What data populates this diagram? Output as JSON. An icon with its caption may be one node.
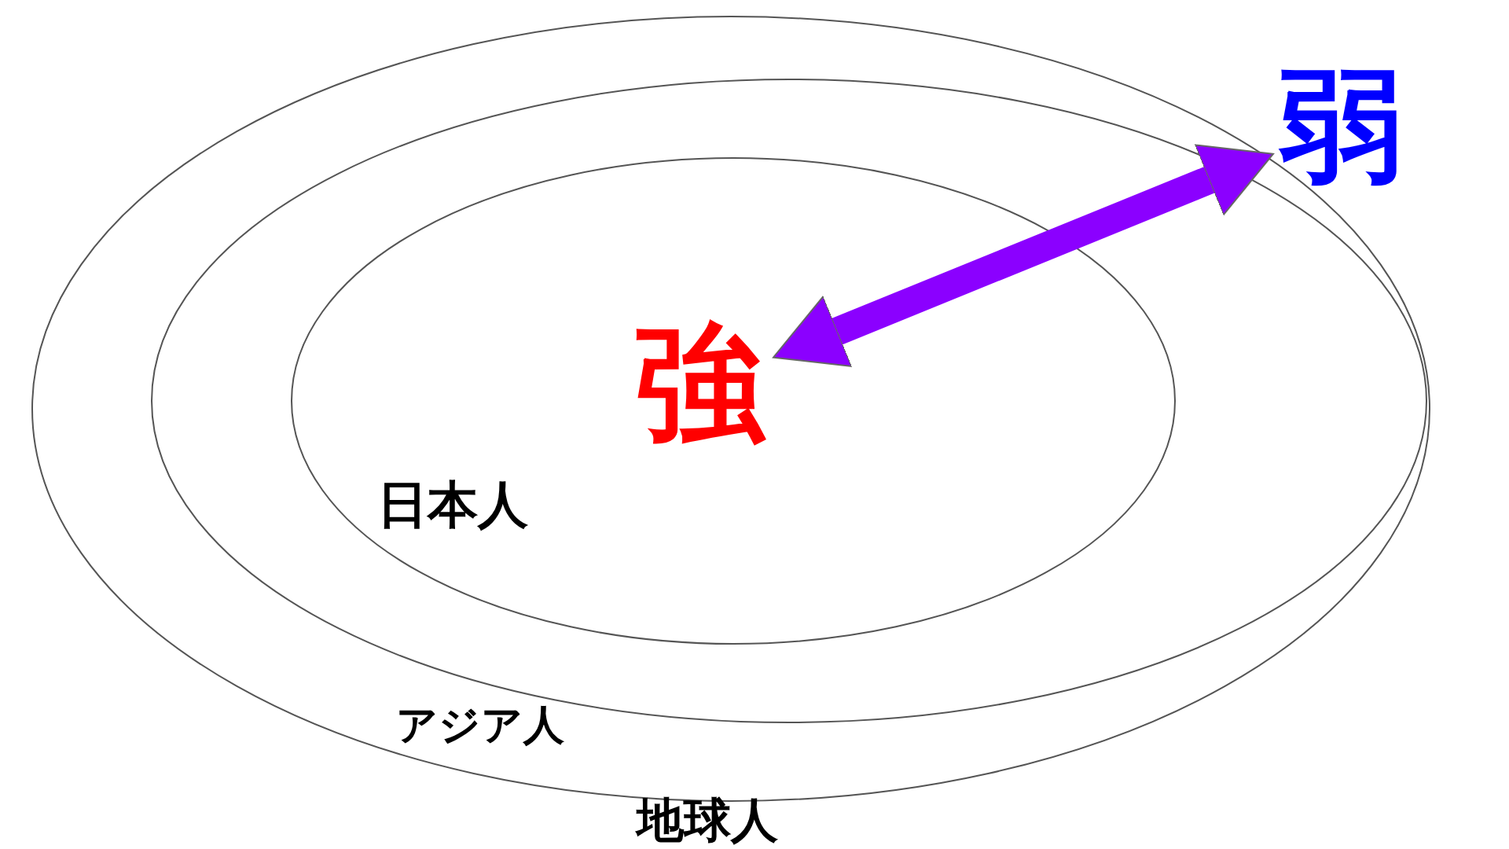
{
  "diagram": {
    "nodes": [
      {
        "text": [
          "地球人"
        ]
      },
      {
        "text": [
          "アジア人"
        ],
        "in": 0
      },
      {
        "text": [
          "日本人"
        ],
        "in": 1
      },
      {
        "text": [
          "強"
        ],
        "in": 2
      },
      {
        "text": [
          "弱"
        ]
      }
    ],
    "edges": [
      {
        "from": 3,
        "to": 4,
        "arrow": "both"
      }
    ]
  }
}
